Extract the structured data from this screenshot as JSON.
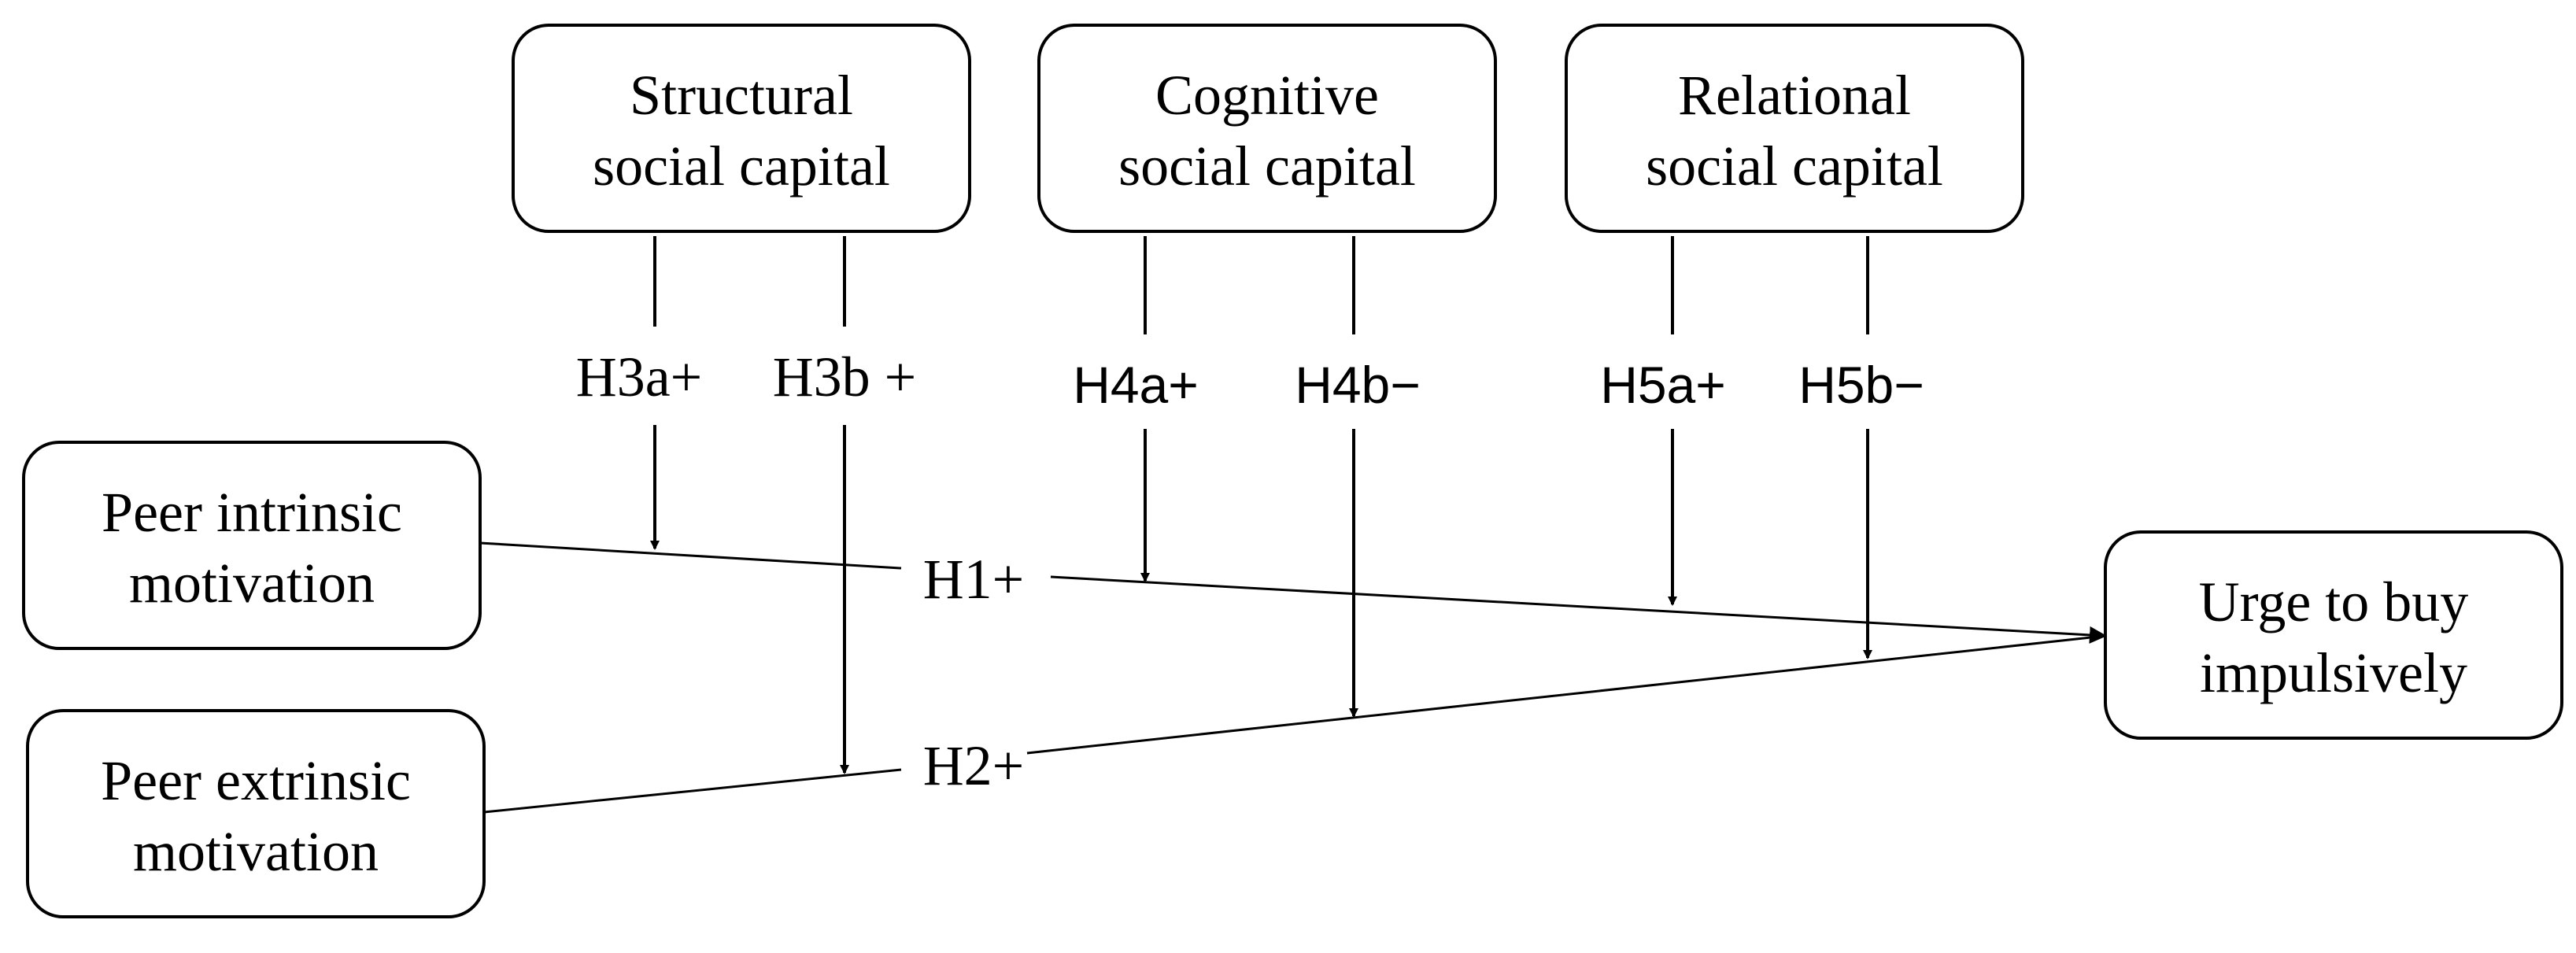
{
  "nodes": {
    "structural": {
      "line1": "Structural",
      "line2": "social capital"
    },
    "cognitive": {
      "line1": "Cognitive",
      "line2": "social capital"
    },
    "relational": {
      "line1": "Relational",
      "line2": "social capital"
    },
    "peer_intrinsic": {
      "line1": "Peer intrinsic",
      "line2": "motivation"
    },
    "peer_extrinsic": {
      "line1": "Peer extrinsic",
      "line2": "motivation"
    },
    "urge": {
      "line1": "Urge to buy",
      "line2": "impulsively"
    }
  },
  "hypotheses": {
    "h1": "H1+",
    "h2": "H2+",
    "h3a": "H3a+",
    "h3b": "H3b +",
    "h4a": "H4a+",
    "h4b": "H4b−",
    "h5a": "H5a+",
    "h5b": "H5b−"
  }
}
